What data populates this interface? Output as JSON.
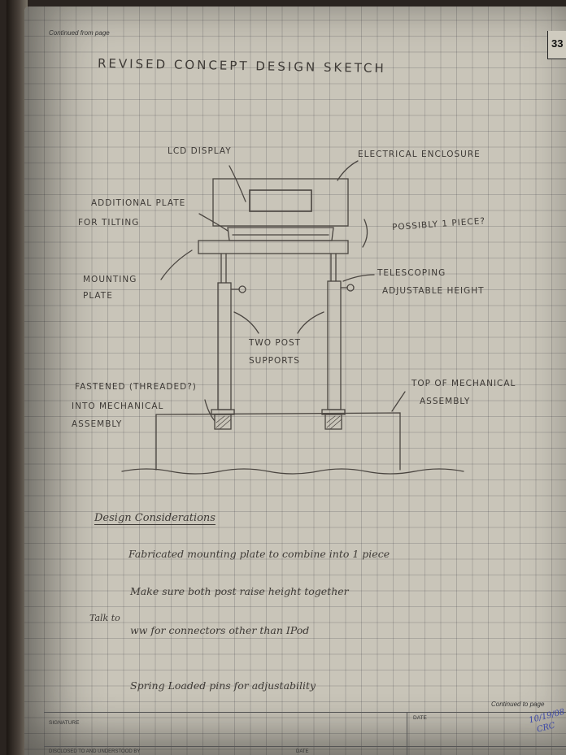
{
  "header": {
    "continued_from": "Continued from page",
    "page_number": "33"
  },
  "sketch": {
    "title": "REVISED CONCEPT DESIGN SKETCH",
    "labels": {
      "lcd_display": "LCD DISPLAY",
      "electrical_enclosure": "ELECTRICAL ENCLOSURE",
      "additional_plate": "ADDITIONAL PLATE",
      "for_tilting": "FOR TILTING",
      "possibly_one_piece": "POSSIBLY 1 PIECE?",
      "mounting": "MOUNTING",
      "plate": "PLATE",
      "telescoping": "TELESCOPING",
      "adjustable_height": "ADJUSTABLE HEIGHT",
      "two_post": "TWO POST",
      "supports": "SUPPORTS",
      "fastened": "FASTENED (THREADED?)",
      "into_mechanical": "INTO MECHANICAL",
      "assembly": "ASSEMBLY",
      "top_of_mechanical": "TOP OF MECHANICAL",
      "assembly_right": "ASSEMBLY"
    }
  },
  "notes": {
    "heading": "Design Considerations",
    "items": [
      "Fabricated mounting plate to combine into 1 piece",
      "Make sure both post raise height together",
      "Talk to",
      "ww for connectors other than IPod",
      "Spring Loaded pins for adjustability"
    ]
  },
  "footer": {
    "continued_to": "Continued to page",
    "signature": "SIGNATURE",
    "date": "DATE",
    "disclosed": "DISCLOSED TO AND UNDERSTOOD BY",
    "date2": "DATE",
    "stamp_line1": "10/19/08",
    "stamp_line2": "CRC"
  }
}
